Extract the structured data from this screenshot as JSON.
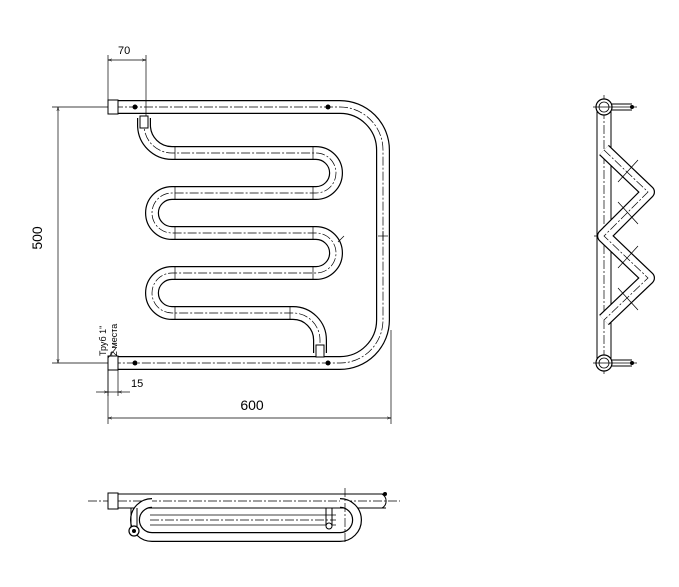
{
  "title": "",
  "dimensions": {
    "offset": "70",
    "height": "500",
    "width": "600",
    "wall": "15"
  },
  "note": {
    "line1": "Труб 1\"",
    "line2": "2 места"
  },
  "colors": {
    "line": "#000000",
    "background": "#ffffff"
  },
  "views": [
    "front-view",
    "side-view",
    "top-view"
  ]
}
